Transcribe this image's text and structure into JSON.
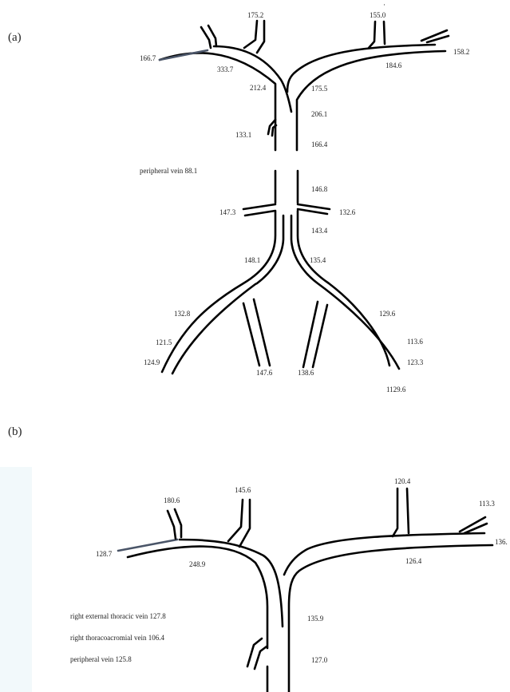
{
  "panels": {
    "a": {
      "label": "(a)",
      "measurements": {
        "top_left_branch": "175.2",
        "top_right_branch": "155.0",
        "top_right_marker": "·",
        "left_tip": "166.7",
        "right_tip": "158.2",
        "left_arch": "333.7",
        "right_arch": "184.6",
        "trunk_left_upper": "212.4",
        "trunk_right_upper": "175.5",
        "trunk_right_mid": "206.1",
        "left_small_branch": "133.1",
        "trunk_right_low": "166.4",
        "peripheral_vein": "peripheral vein 88.1",
        "trunk_lower_right": "146.8",
        "left_side_branch": "147.3",
        "right_side_branch": "132.6",
        "lower_right_trunk": "143.4",
        "left_fork": "148.1",
        "right_fork": "135.4",
        "left_outer_upper": "132.8",
        "right_outer_upper": "129.6",
        "left_outer_mid": "121.5",
        "right_outer_mid": "113.6",
        "left_outer_tip": "124.9",
        "right_outer_tip_a": "123.3",
        "left_inner_tip": "147.6",
        "right_inner_tip": "138.6",
        "right_outer_tip_b": "1129.6"
      }
    },
    "b": {
      "label": "(b)",
      "measurements": {
        "top_left_branch_1": "180.6",
        "top_left_branch_2": "145.6",
        "top_right_branch": "120.4",
        "far_right_branch": "113.3",
        "right_tip": "136.",
        "left_tip": "128.7",
        "left_arch": "248.9",
        "right_arch": "126.4",
        "right_external_thoracic_vein": "right external thoracic vein 127.8",
        "right_thoracoacromial_vein": "right thoracoacromial vein 106.4",
        "peripheral_vein": "peripheral vein 125.8",
        "trunk_right_upper": "135.9",
        "trunk_right_low": "127.0"
      }
    }
  },
  "colors": {
    "line": "#000000",
    "highlight_segment": "#4a5568",
    "text": "#222222",
    "edge_tint": "#f2f9fb"
  }
}
